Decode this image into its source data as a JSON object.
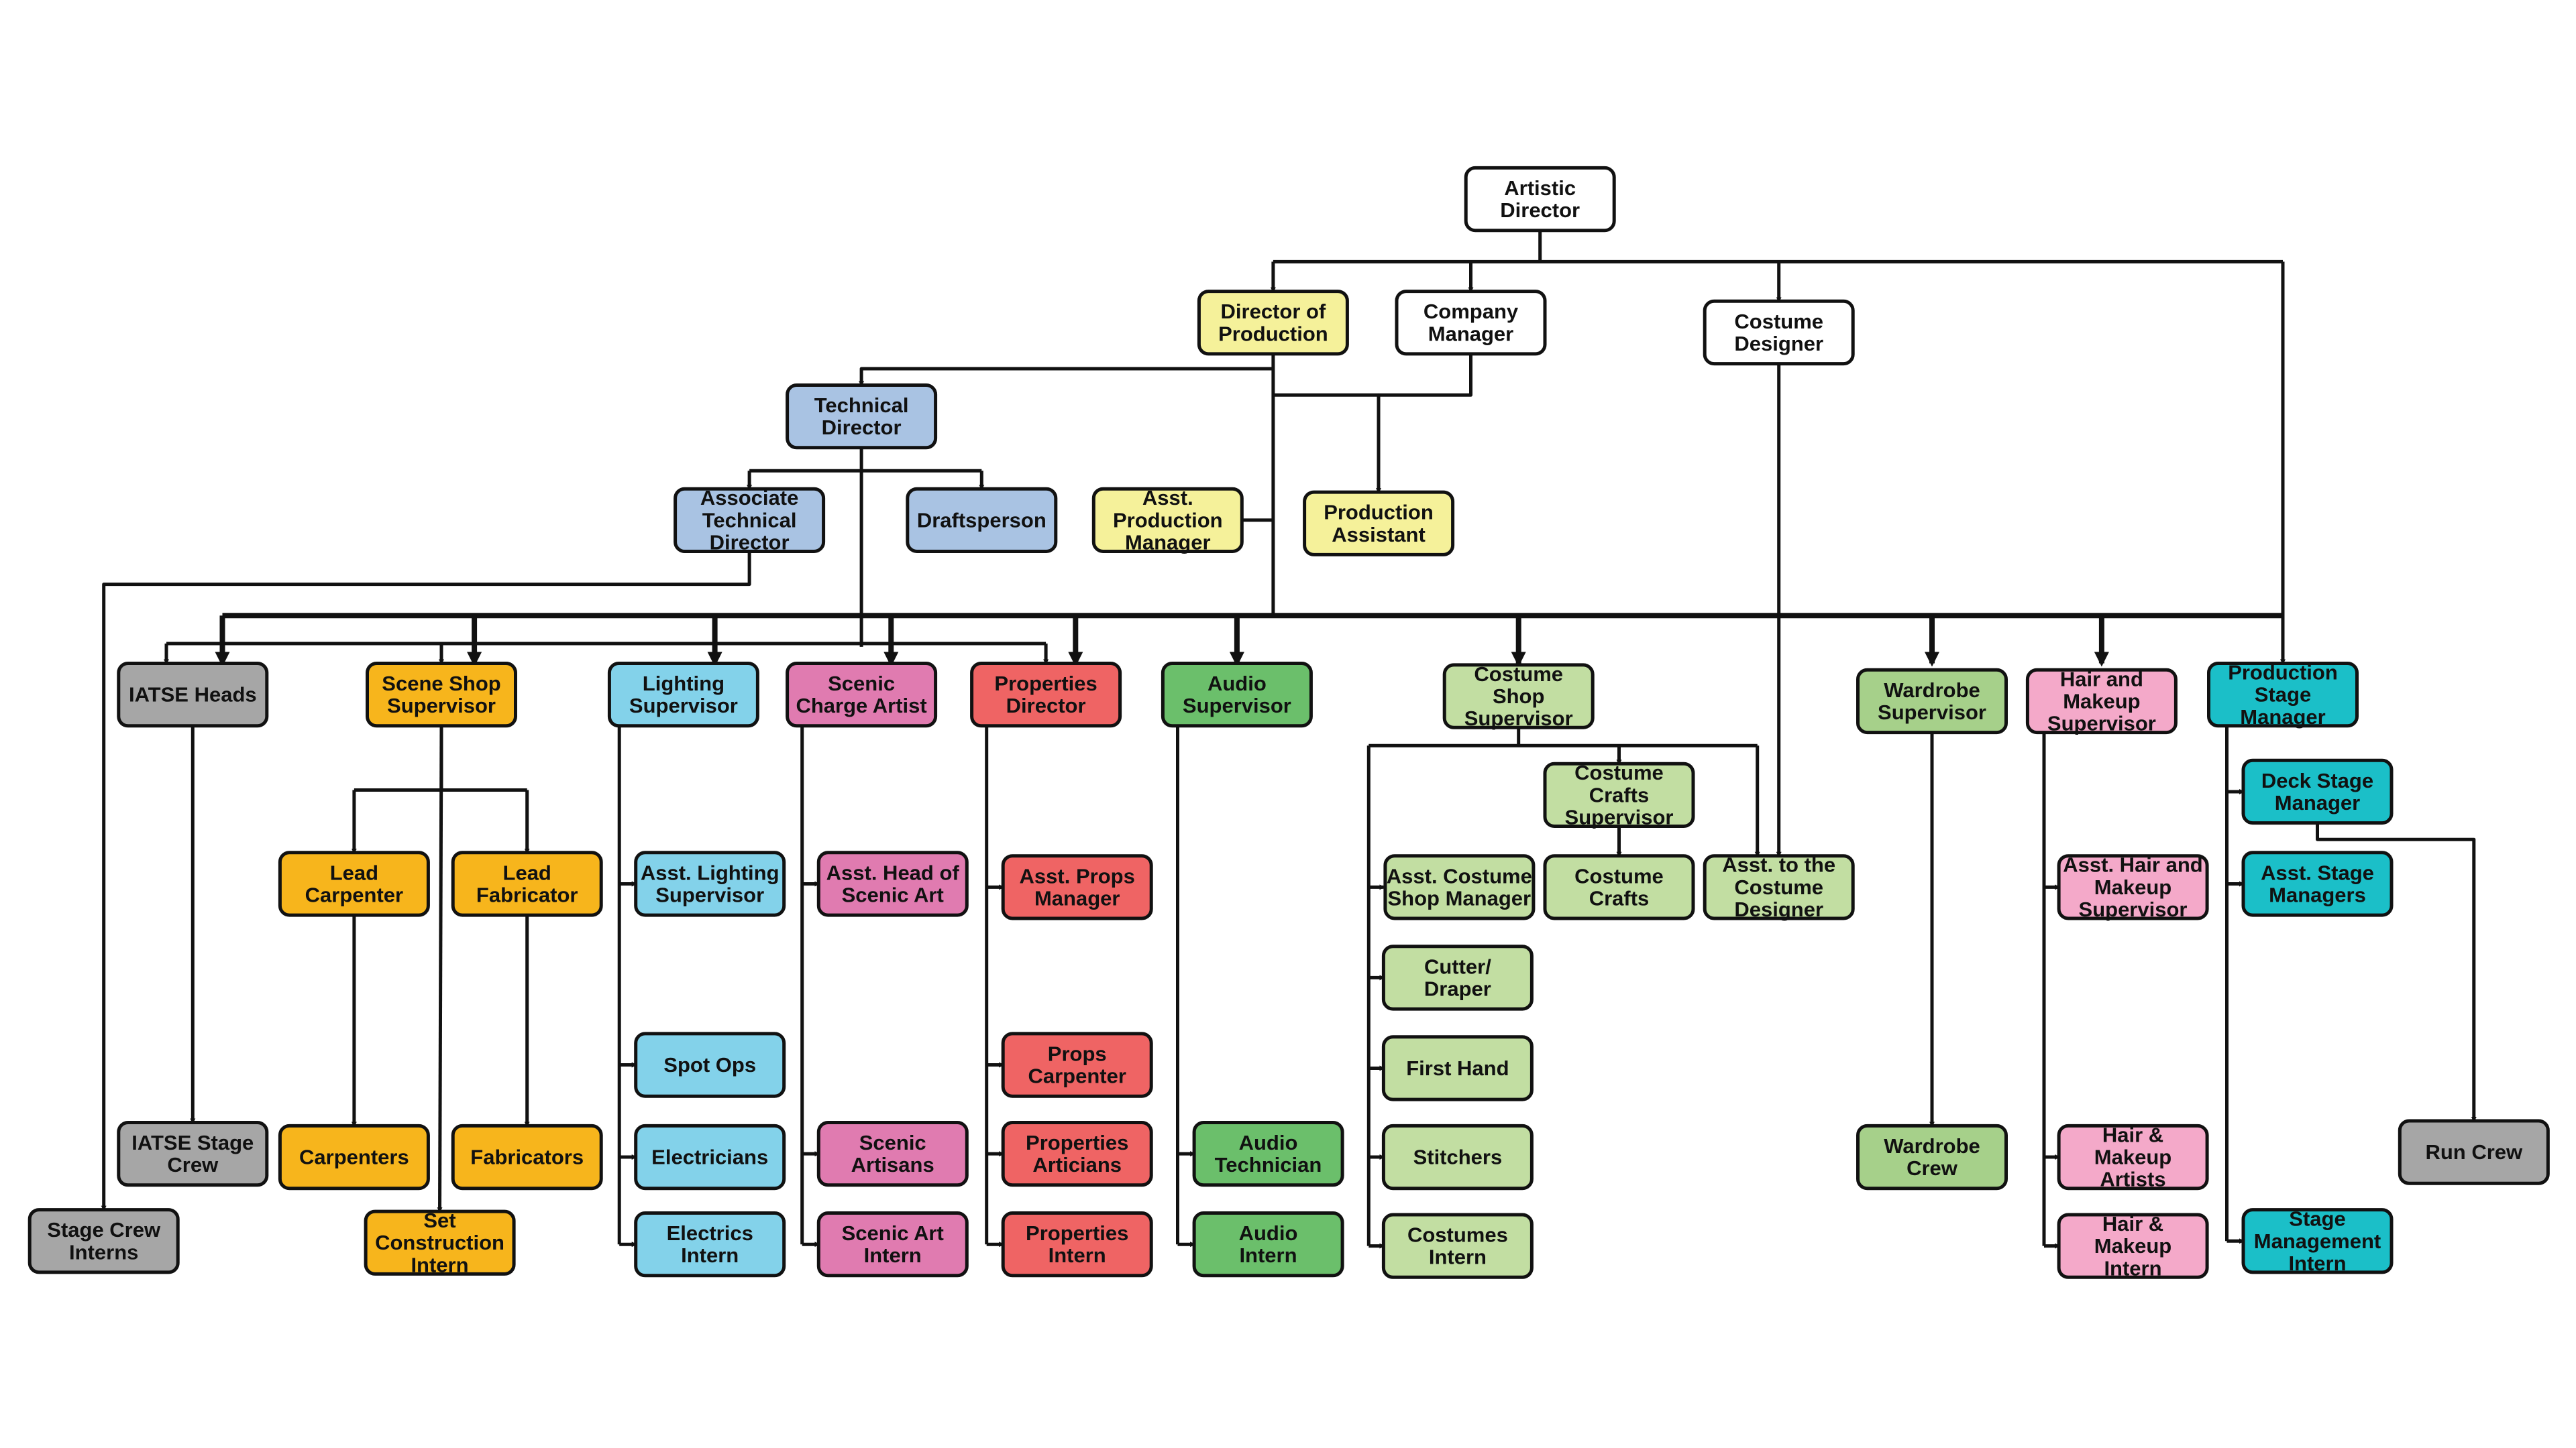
{
  "palette": {
    "white": "#ffffff",
    "yellow": "#f5f19a",
    "blue": "#a9c3e3",
    "gray": "#a6a6a6",
    "orange": "#f7b51c",
    "cyan": "#83d2ea",
    "pink": "#e07bb0",
    "red": "#ef6464",
    "green": "#6bbf6b",
    "lightgreen": "#c2dea2",
    "midgreen": "#a6d08a",
    "lightpink": "#f4a9c9",
    "teal": "#1bbfc8",
    "line": "#111111"
  },
  "nodes": [
    {
      "id": "artistic-director",
      "lines": [
        "Artistic",
        "Director"
      ],
      "color": "white"
    },
    {
      "id": "director-of-production",
      "lines": [
        "Director of",
        "Production"
      ],
      "color": "yellow"
    },
    {
      "id": "company-manager",
      "lines": [
        "Company",
        "Manager"
      ],
      "color": "white"
    },
    {
      "id": "costume-designer",
      "lines": [
        "Costume",
        "Designer"
      ],
      "color": "white"
    },
    {
      "id": "technical-director",
      "lines": [
        "Technical",
        "Director"
      ],
      "color": "blue"
    },
    {
      "id": "associate-technical-director",
      "lines": [
        "Associate",
        "Technical",
        "Director"
      ],
      "color": "blue"
    },
    {
      "id": "draftsperson",
      "lines": [
        "Draftsperson"
      ],
      "color": "blue"
    },
    {
      "id": "asst-production-manager",
      "lines": [
        "Asst.",
        "Production",
        "Manager"
      ],
      "color": "yellow"
    },
    {
      "id": "production-assistant",
      "lines": [
        "Production",
        "Assistant"
      ],
      "color": "yellow"
    },
    {
      "id": "iatse-heads",
      "lines": [
        "IATSE Heads"
      ],
      "color": "gray"
    },
    {
      "id": "scene-shop-supervisor",
      "lines": [
        "Scene Shop",
        "Supervisor"
      ],
      "color": "orange"
    },
    {
      "id": "lighting-supervisor",
      "lines": [
        "Lighting",
        "Supervisor"
      ],
      "color": "cyan"
    },
    {
      "id": "scenic-charge-artist",
      "lines": [
        "Scenic",
        "Charge Artist"
      ],
      "color": "pink"
    },
    {
      "id": "properties-director",
      "lines": [
        "Properties",
        "Director"
      ],
      "color": "red"
    },
    {
      "id": "audio-supervisor",
      "lines": [
        "Audio",
        "Supervisor"
      ],
      "color": "green"
    },
    {
      "id": "costume-shop-supervisor",
      "lines": [
        "Costume",
        "Shop",
        "Supervisor"
      ],
      "color": "lightgreen"
    },
    {
      "id": "wardrobe-supervisor",
      "lines": [
        "Wardrobe",
        "Supervisor"
      ],
      "color": "midgreen"
    },
    {
      "id": "hair-and-makeup-supervisor",
      "lines": [
        "Hair and",
        "Makeup",
        "Supervisor"
      ],
      "color": "lightpink"
    },
    {
      "id": "production-stage-manager",
      "lines": [
        "Production",
        "Stage",
        "Manager"
      ],
      "color": "teal"
    },
    {
      "id": "lead-carpenter",
      "lines": [
        "Lead",
        "Carpenter"
      ],
      "color": "orange"
    },
    {
      "id": "lead-fabricator",
      "lines": [
        "Lead",
        "Fabricator"
      ],
      "color": "orange"
    },
    {
      "id": "asst-lighting-supervisor",
      "lines": [
        "Asst. Lighting",
        "Supervisor"
      ],
      "color": "cyan"
    },
    {
      "id": "asst-head-of-scenic-art",
      "lines": [
        "Asst. Head of",
        "Scenic Art"
      ],
      "color": "pink"
    },
    {
      "id": "asst-props-manager",
      "lines": [
        "Asst. Props",
        "Manager"
      ],
      "color": "red"
    },
    {
      "id": "costume-crafts-supervisor",
      "lines": [
        "Costume",
        "Crafts",
        "Supervisor"
      ],
      "color": "lightgreen"
    },
    {
      "id": "asst-costume-shop-manager",
      "lines": [
        "Asst. Costume",
        "Shop Manager"
      ],
      "color": "lightgreen"
    },
    {
      "id": "costume-crafts",
      "lines": [
        "Costume",
        "Crafts"
      ],
      "color": "lightgreen"
    },
    {
      "id": "asst-to-the-costume-designer",
      "lines": [
        "Asst. to the",
        "Costume",
        "Designer"
      ],
      "color": "lightgreen"
    },
    {
      "id": "asst-hair-and-makeup-supervisor",
      "lines": [
        "Asst. Hair and",
        "Makeup",
        "Supervisor"
      ],
      "color": "lightpink"
    },
    {
      "id": "deck-stage-manager",
      "lines": [
        "Deck Stage",
        "Manager"
      ],
      "color": "teal"
    },
    {
      "id": "asst-stage-managers",
      "lines": [
        "Asst. Stage",
        "Managers"
      ],
      "color": "teal"
    },
    {
      "id": "cutter-draper",
      "lines": [
        "Cutter/",
        "Draper"
      ],
      "color": "lightgreen"
    },
    {
      "id": "spot-ops",
      "lines": [
        "Spot Ops"
      ],
      "color": "cyan"
    },
    {
      "id": "props-carpenter",
      "lines": [
        "Props",
        "Carpenter"
      ],
      "color": "red"
    },
    {
      "id": "first-hand",
      "lines": [
        "First Hand"
      ],
      "color": "lightgreen"
    },
    {
      "id": "iatse-stage-crew",
      "lines": [
        "IATSE Stage",
        "Crew"
      ],
      "color": "gray"
    },
    {
      "id": "carpenters",
      "lines": [
        "Carpenters"
      ],
      "color": "orange"
    },
    {
      "id": "fabricators",
      "lines": [
        "Fabricators"
      ],
      "color": "orange"
    },
    {
      "id": "electricians",
      "lines": [
        "Electricians"
      ],
      "color": "cyan"
    },
    {
      "id": "scenic-artisans",
      "lines": [
        "Scenic",
        "Artisans"
      ],
      "color": "pink"
    },
    {
      "id": "properties-articians",
      "lines": [
        "Properties",
        "Articians"
      ],
      "color": "red"
    },
    {
      "id": "audio-technician",
      "lines": [
        "Audio",
        "Technician"
      ],
      "color": "green"
    },
    {
      "id": "stitchers",
      "lines": [
        "Stitchers"
      ],
      "color": "lightgreen"
    },
    {
      "id": "wardrobe-crew",
      "lines": [
        "Wardrobe",
        "Crew"
      ],
      "color": "midgreen"
    },
    {
      "id": "hair-and-makeup-artists",
      "lines": [
        "Hair &",
        "Makeup",
        "Artists"
      ],
      "color": "lightpink"
    },
    {
      "id": "run-crew",
      "lines": [
        "Run Crew"
      ],
      "color": "gray"
    },
    {
      "id": "stage-crew-interns",
      "lines": [
        "Stage Crew",
        "Interns"
      ],
      "color": "gray"
    },
    {
      "id": "set-construction-intern",
      "lines": [
        "Set",
        "Construction",
        "Intern"
      ],
      "color": "orange"
    },
    {
      "id": "electrics-intern",
      "lines": [
        "Electrics",
        "Intern"
      ],
      "color": "cyan"
    },
    {
      "id": "scenic-art-intern",
      "lines": [
        "Scenic Art",
        "Intern"
      ],
      "color": "pink"
    },
    {
      "id": "properties-intern",
      "lines": [
        "Properties",
        "Intern"
      ],
      "color": "red"
    },
    {
      "id": "audio-intern",
      "lines": [
        "Audio",
        "Intern"
      ],
      "color": "green"
    },
    {
      "id": "costumes-intern",
      "lines": [
        "Costumes",
        "Intern"
      ],
      "color": "lightgreen"
    },
    {
      "id": "hair-and-makeup-intern",
      "lines": [
        "Hair &",
        "Makeup",
        "Intern"
      ],
      "color": "lightpink"
    },
    {
      "id": "stage-management-intern",
      "lines": [
        "Stage",
        "Management",
        "Intern"
      ],
      "color": "teal"
    }
  ]
}
